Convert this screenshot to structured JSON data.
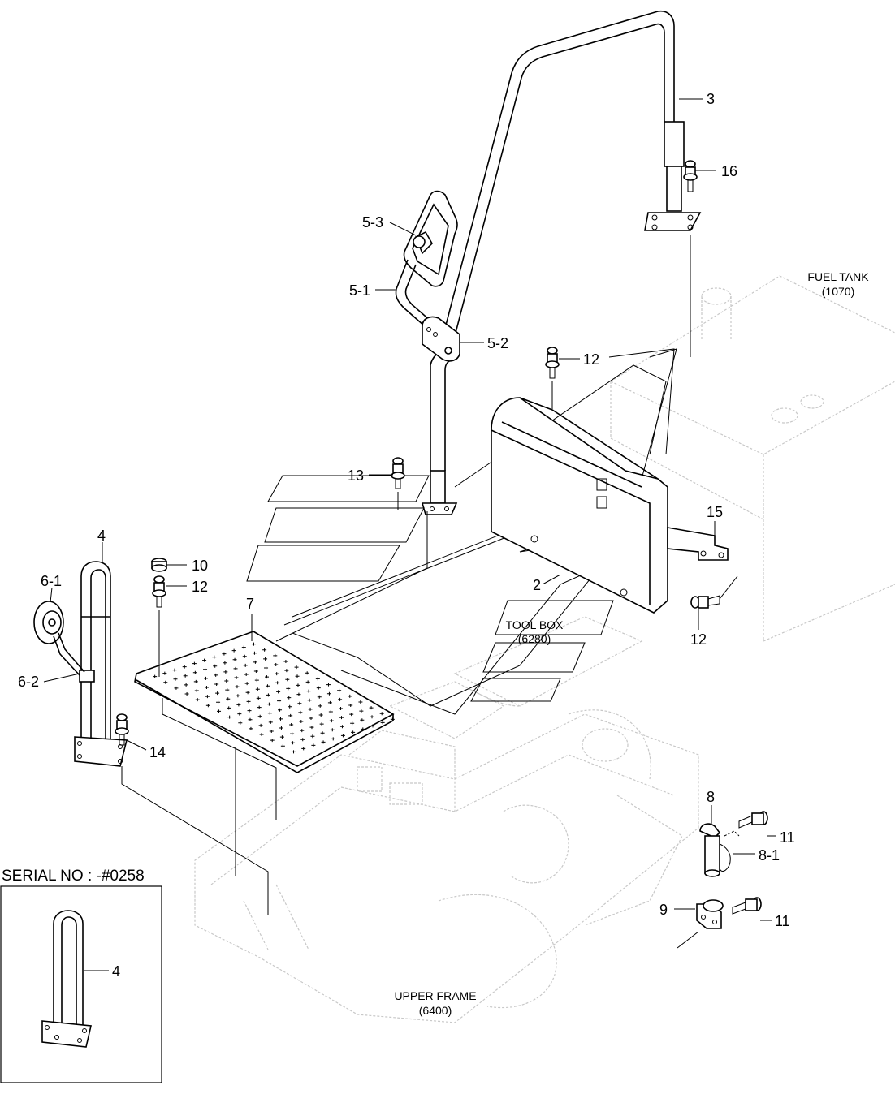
{
  "callouts": {
    "c3": "3",
    "c16": "16",
    "c5_3": "5-3",
    "c5_1": "5-1",
    "c5_2": "5-2",
    "c12_top": "12",
    "c13": "13",
    "c4": "4",
    "c6_1": "6-1",
    "c10": "10",
    "c12_left": "12",
    "c7": "7",
    "c15": "15",
    "c2": "2",
    "c12_right": "12",
    "c6_2": "6-2",
    "c14": "14",
    "c8": "8",
    "c11_a": "11",
    "c8_1": "8-1",
    "c9": "9",
    "c11_b": "11",
    "c4_inset": "4"
  },
  "references": {
    "fuel_tank_name": "FUEL TANK",
    "fuel_tank_code": "(1070)",
    "tool_box_name": "TOOL BOX",
    "tool_box_code": "(6280)",
    "upper_frame_name": "UPPER FRAME",
    "upper_frame_code": "(6400)"
  },
  "inset": {
    "serial_label": "SERIAL NO : -#0258"
  },
  "colors": {
    "line": "#000000",
    "ghost": "#c8c8c8",
    "background": "#ffffff"
  }
}
